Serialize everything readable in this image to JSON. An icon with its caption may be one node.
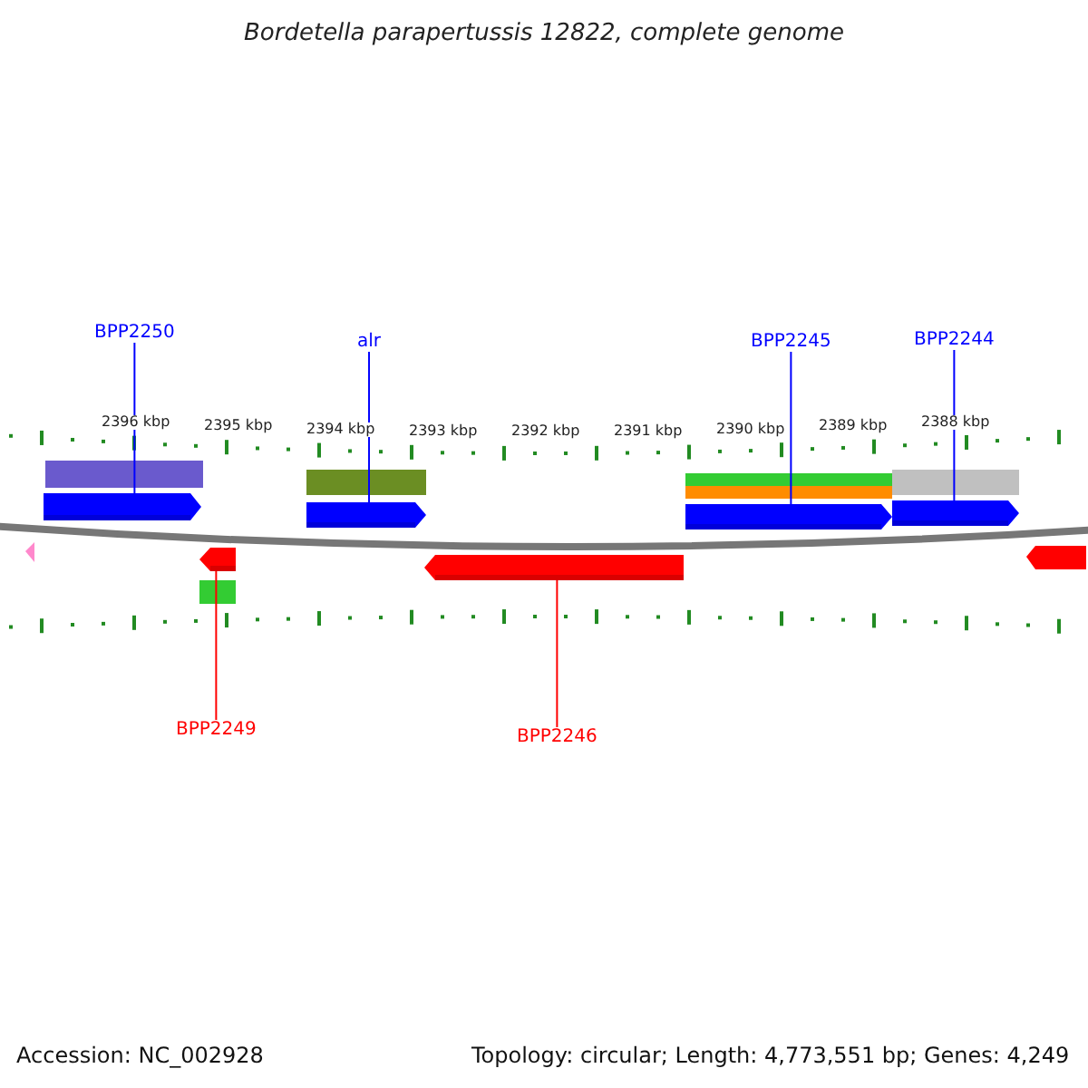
{
  "diagram": {
    "title": "Bordetella parapertussis 12822, complete genome",
    "nodes": [
      {
        "text": [
          "BPP2250"
        ]
      },
      {
        "text": [
          "alr"
        ]
      },
      {
        "text": [
          "BPP2245"
        ]
      },
      {
        "text": [
          "BPP2244"
        ]
      },
      {
        "text": [],
        "shape": "bar"
      },
      {
        "text": [],
        "shape": "bar"
      },
      {
        "text": [],
        "shape": "bar"
      },
      {
        "text": [],
        "shape": "bar"
      },
      {
        "text": [],
        "shape": "bar"
      },
      {
        "text": [],
        "shape": "bar"
      },
      {
        "text": [
          "BPP2249"
        ]
      },
      {
        "text": [
          "BPP2246"
        ]
      }
    ],
    "edges": [
      {
        "from": 0,
        "to": 4,
        "arrow": "none"
      },
      {
        "from": 1,
        "to": 5,
        "arrow": "none"
      },
      {
        "from": 2,
        "to": 6,
        "arrow": "none"
      },
      {
        "from": 3,
        "to": 7,
        "arrow": "none"
      },
      {
        "from": 10,
        "to": 8,
        "arrow": "none",
        "color": "#ff0000"
      },
      {
        "from": 11,
        "to": 9,
        "arrow": "none",
        "color": "#ff0000"
      }
    ],
    "labels": [
      "2396 kbp",
      "2395 kbp",
      "2394 kbp",
      "2393 kbp",
      "2392 kbp",
      "2391 kbp",
      "2390 kbp",
      "2389 kbp",
      "2388 kbp",
      "Accession: NC_002928",
      "Topology: circular; Length: 4,773,551 bp; Genes: 4,249"
    ]
  }
}
